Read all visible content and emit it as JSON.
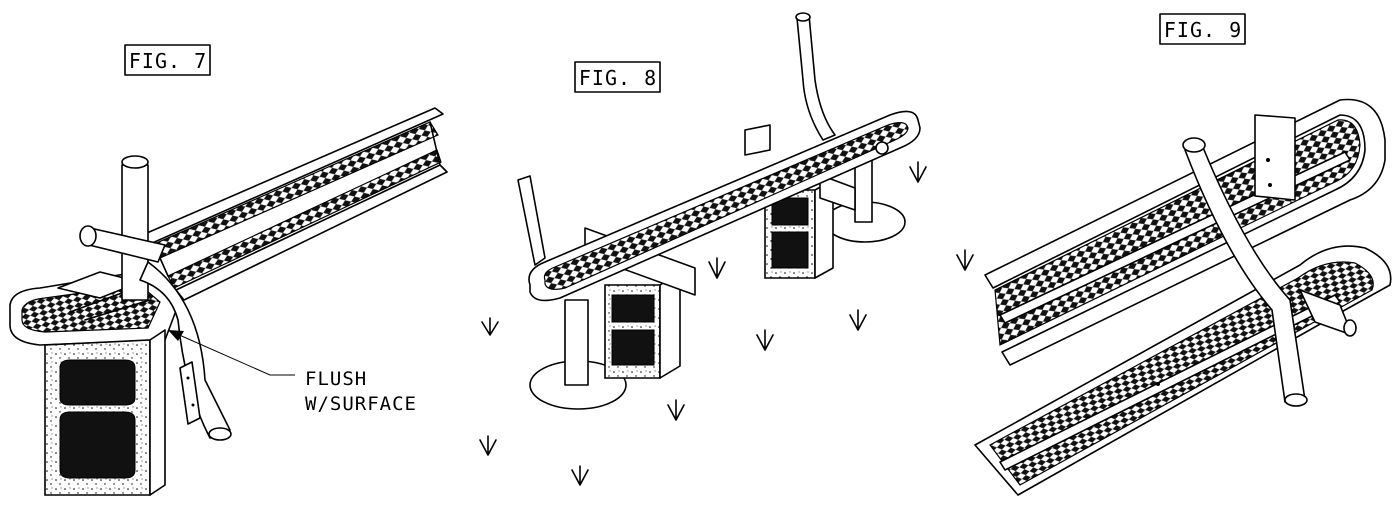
{
  "figures": [
    {
      "label": "FIG. 7"
    },
    {
      "label": "FIG. 8"
    },
    {
      "label": "FIG. 9"
    }
  ],
  "annotation": {
    "line1": "FLUSH",
    "line2": "W/SURFACE"
  },
  "colors": {
    "ink": "#000000",
    "paper": "#ffffff"
  }
}
